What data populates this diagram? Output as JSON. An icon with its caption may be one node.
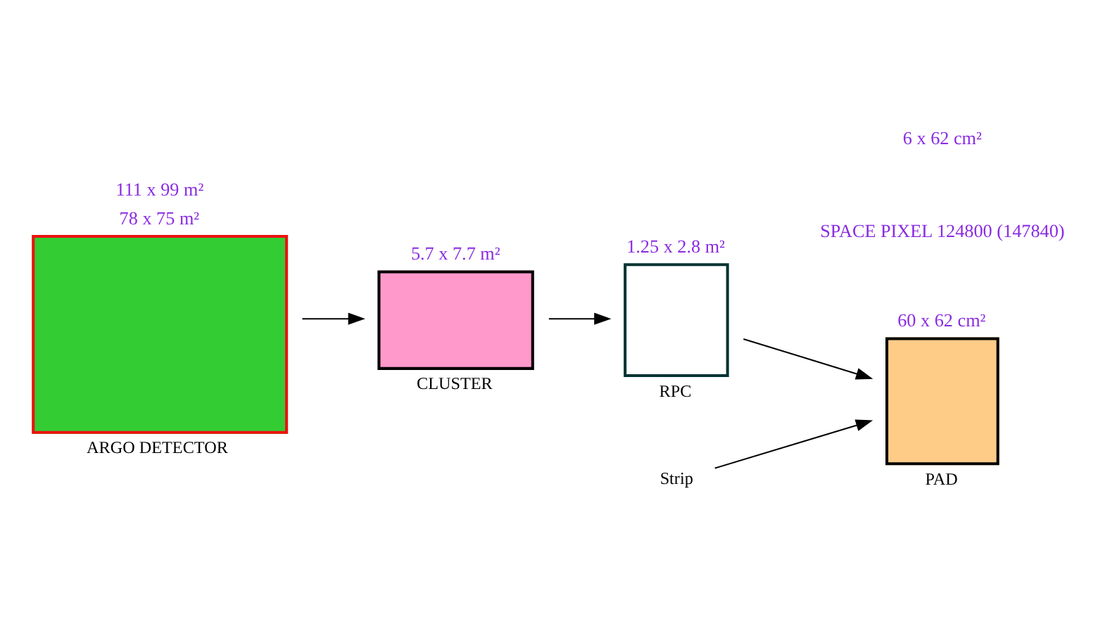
{
  "diagram": {
    "nodes": [
      {
        "text": [
          "111 x 99 m²",
          "78 x 75 m²"
        ],
        "beside": [
          "ARGO DETECTOR"
        ]
      },
      {
        "text": [
          "5.7 x 7.7 m²"
        ],
        "beside": [
          "CLUSTER"
        ]
      },
      {
        "text": [
          "1.25 x 2.8 m²"
        ],
        "beside": [
          "RPC"
        ]
      },
      {
        "text": [
          "60 x 62 cm²"
        ],
        "beside": [
          "PAD"
        ]
      },
      {
        "text": [
          "Strip"
        ]
      }
    ],
    "edges": [
      {
        "from": 0,
        "to": 1,
        "arrow": "to"
      },
      {
        "from": 1,
        "to": 2,
        "arrow": "to"
      },
      {
        "from": 2,
        "to": 3,
        "arrow": "to"
      },
      {
        "from": 4,
        "to": 3,
        "arrow": "to"
      }
    ],
    "labels": [
      "SPACE PIXEL 124800 (147840)",
      "6 x 62 cm²"
    ]
  }
}
